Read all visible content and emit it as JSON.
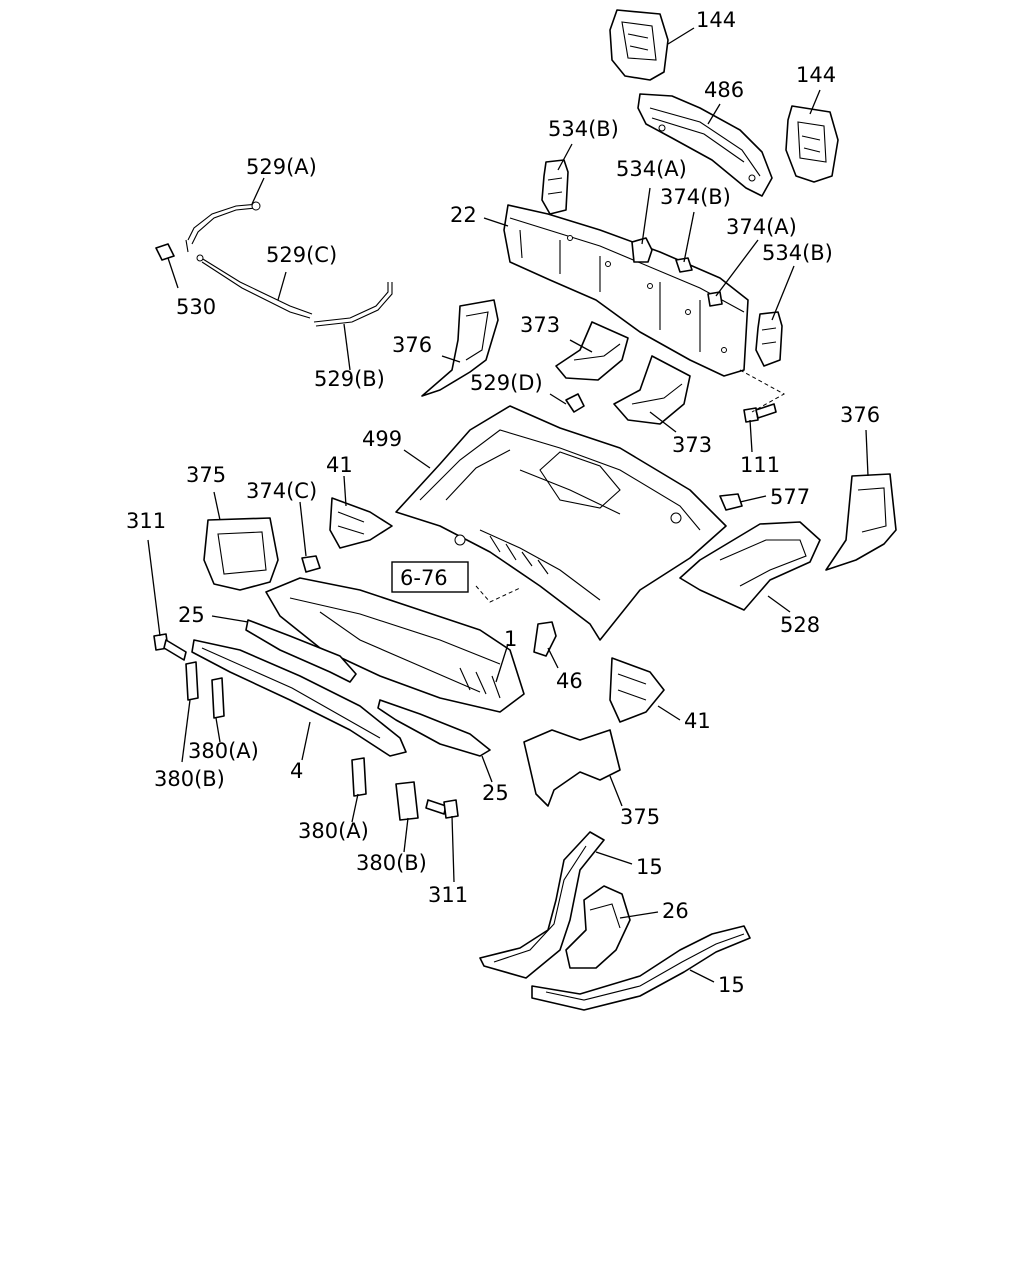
{
  "labels": {
    "p144_top": "144",
    "p144_right": "144",
    "p486": "486",
    "p534b_left": "534(B)",
    "p534a": "534(A)",
    "p374b": "374(B)",
    "p374a": "374(A)",
    "p534b_right": "534(B)",
    "p22": "22",
    "p529a": "529(A)",
    "p529c": "529(C)",
    "p530": "530",
    "p529b": "529(B)",
    "p376_left": "376",
    "p373_top": "373",
    "p529d": "529(D)",
    "p373_bottom": "373",
    "p111": "111",
    "p376_right": "376",
    "p499": "499",
    "p41_top": "41",
    "p375_left": "375",
    "p374c": "374(C)",
    "p311_left": "311",
    "p577": "577",
    "ref_676": "6-76",
    "p25_left": "25",
    "p1": "1",
    "p528": "528",
    "p46": "46",
    "p41_bottom": "41",
    "p380a_left": "380(A)",
    "p380b_left": "380(B)",
    "p4": "4",
    "p25_right": "25",
    "p375_bottom": "375",
    "p380a_mid": "380(A)",
    "p380b_mid": "380(B)",
    "p311_mid": "311",
    "p15_top": "15",
    "p26": "26",
    "p15_bottom": "15"
  }
}
